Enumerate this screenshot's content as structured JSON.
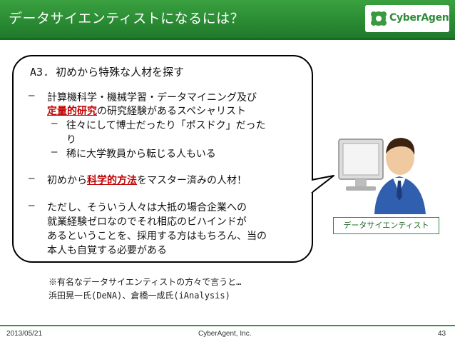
{
  "header": {
    "title": "データサイエンティストになるには？",
    "logo_text": "CyberAgent"
  },
  "bubble": {
    "heading": "A3. 初めから特殊な人材を探す",
    "bullet1": {
      "marker": "–",
      "line1": "計算機科学・機械学習・データマイニング及び",
      "line2_highlight": "定量的研究",
      "line2_rest": "の研究経験があるスペシャリスト",
      "sub1_marker": "–",
      "sub1_line1": "往々にして博士だったり「ポスドク」だった",
      "sub1_line2": "り",
      "sub2_marker": "–",
      "sub2_line1": "稀に大学教員から転じる人もいる"
    },
    "bullet2": {
      "marker": "–",
      "pre": "初めから",
      "highlight": "科学的方法",
      "post": "をマスター済みの人材！"
    },
    "bullet3": {
      "marker": "–",
      "line1": "ただし、そういう人々は大抵の場合企業への",
      "line2": "就業経験ゼロなのでそれ相応のビハインドが",
      "line3": "あるということを、採用する方はもちろん、当の",
      "line4": "本人も自覚する必要がある"
    }
  },
  "note": {
    "line1": "※有名なデータサイエンティストの方々で言うと…",
    "line2": "浜田晃一氏(DeNA)、倉橋一成氏(iAnalysis)"
  },
  "person_label": "データサイエンティスト",
  "footer": {
    "date": "2013/05/21",
    "company": "CyberAgent, Inc.",
    "page": "43"
  },
  "colors": {
    "header_green": "#2e8b3a",
    "highlight_red": "#c00000"
  }
}
